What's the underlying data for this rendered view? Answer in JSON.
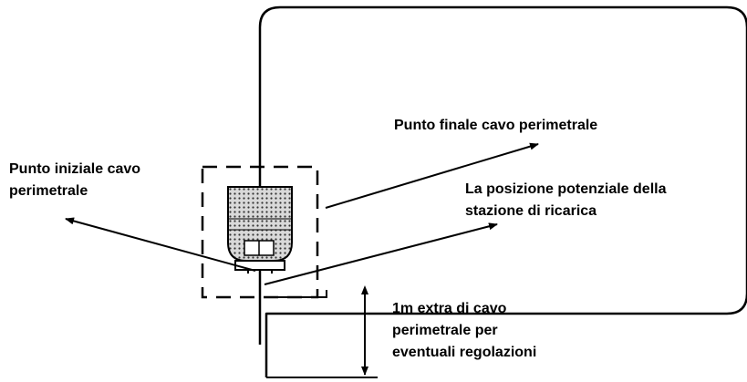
{
  "labels": {
    "start": [
      "Punto iniziale cavo",
      "perimetrale"
    ],
    "end": "Punto finale cavo perimetrale",
    "station": [
      "La posizione potenziale della",
      "stazione di ricarica"
    ],
    "extra": [
      "1m extra di cavo",
      "perimetrale per",
      "eventuali regolazioni"
    ]
  },
  "colors": {
    "line": "#000000",
    "background": "#ffffff",
    "station_body": "#d9d9d9"
  }
}
